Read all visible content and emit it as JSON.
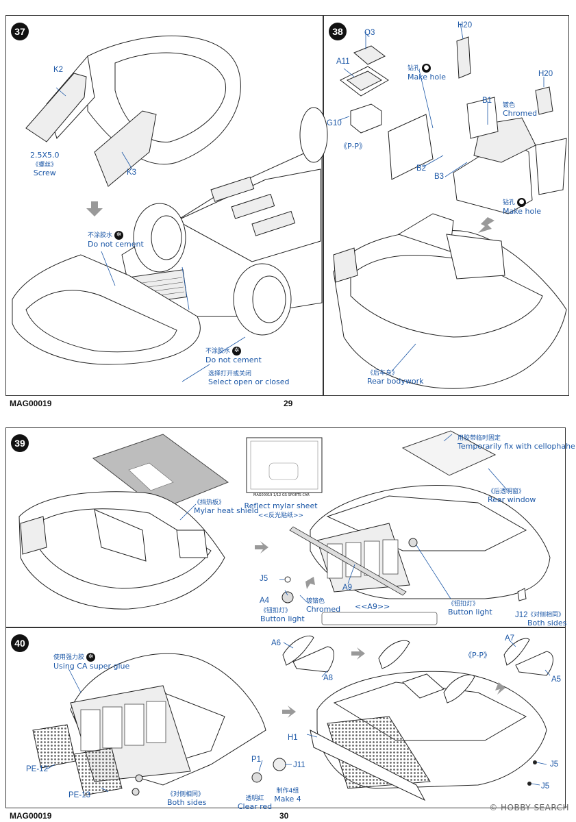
{
  "page_top": {
    "footer_left": "MAG00019",
    "footer_page": "29",
    "step37": {
      "number": "37",
      "labels": {
        "k2": "K2",
        "k3": "K3",
        "screw_size": "2.5X5.0",
        "screw_cn": "《螺丝》",
        "screw_en": "Screw",
        "no_cement1_cn": "不涂胶水",
        "no_cement1_en": "Do not cement",
        "no_cement2_cn": "不涂胶水",
        "no_cement2_en": "Do not cement",
        "open_closed_cn": "选择打开或关闭",
        "open_closed_en": "Select open or closed"
      }
    },
    "step38": {
      "number": "38",
      "labels": {
        "q3": "Q3",
        "a11": "A11",
        "g10": "G10",
        "pp": "《P-P》",
        "h20_top": "H20",
        "h20_right": "H20",
        "drill1_cn": "钻孔",
        "drill1_en": "Make hole",
        "b1": "B1",
        "chrome_cn": "镀色",
        "chrome_en": "Chromed",
        "b2": "B2",
        "b3": "B3",
        "drill2_cn": "钻孔",
        "drill2_en": "Make hole",
        "rear_cn": "《后车身》",
        "rear_en": "Rear bodywork"
      }
    }
  },
  "page_bottom": {
    "footer_left": "MAG00019",
    "footer_page": "30",
    "step39": {
      "number": "39",
      "labels": {
        "mylar_cn": "《挡热板》",
        "mylar_en": "Mylar heat shield",
        "sheet_caption": "MAG00019 1/12 GS SPORTS CAR",
        "reflect_en": "Reflect mylar sheet",
        "reflect_cn": "<<反光贴纸>>",
        "tape_cn": "用胶带临时固定",
        "tape_en": "Temporarily fix with cellophahe tape",
        "rear_window_cn": "《后透明窗》",
        "rear_window_en": "Rear window",
        "j5": "J5",
        "a4": "A4",
        "button_cn1": "《钮扣灯》",
        "button_en1": "Button light",
        "chrome_cn": "镀铬色",
        "chrome_en": "Chromed",
        "a9": "A9",
        "a9_detail": "<<A9>>",
        "button_cn2": "《钮扣灯》",
        "button_en2": "Button light",
        "j12": "J12",
        "both_cn": "《对侧相同》",
        "both_en": "Both sides"
      }
    },
    "step40": {
      "number": "40",
      "labels": {
        "glue_cn": "使用强力胶",
        "glue_en": "Using CA super glue",
        "pe12": "PE-12",
        "pe13": "PE-13",
        "both_cn": "《对侧相同》",
        "both_en": "Both sides",
        "p1": "P1",
        "clear_cn": "透明红",
        "clear_en": "Clear red",
        "j11": "J11",
        "make4_cn": "制作4组",
        "make4_en": "Make 4",
        "a6": "A6",
        "a8": "A8",
        "pp": "《P-P》",
        "a7": "A7",
        "a5": "A5",
        "h1": "H1",
        "j5a": "J5",
        "j5b": "J5"
      }
    },
    "watermark": "© HOBBY SEARCH"
  },
  "icons": {
    "no_cement": "no-cement-icon",
    "drill": "drill-icon",
    "arrow": "assembly-arrow-icon"
  },
  "colors": {
    "label_blue": "#1a56a6",
    "line_dark": "#222222"
  }
}
